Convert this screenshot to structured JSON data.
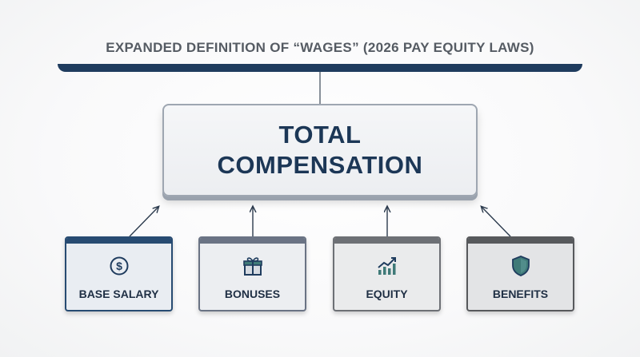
{
  "header": {
    "title": "EXPANDED DEFINITION OF “WAGES” (2026 PAY EQUITY LAWS)"
  },
  "main_box": {
    "line1": "TOTAL",
    "line2": "COMPENSATION"
  },
  "components": [
    {
      "label": "BASE SALARY",
      "icon": "dollar-coin-icon",
      "accent": "#274b72",
      "fill": "#e9edf2"
    },
    {
      "label": "BONUSES",
      "icon": "gift-icon",
      "accent": "#6a7384",
      "fill": "#eceef1"
    },
    {
      "label": "EQUITY",
      "icon": "growth-chart-icon",
      "accent": "#6d7075",
      "fill": "#eaebec"
    },
    {
      "label": "BENEFITS",
      "icon": "shield-icon",
      "accent": "#57595c",
      "fill": "#e3e4e6"
    }
  ],
  "colors": {
    "navy": "#1f3c5e",
    "teal": "#3f7a78",
    "title_gray": "#555b63"
  }
}
